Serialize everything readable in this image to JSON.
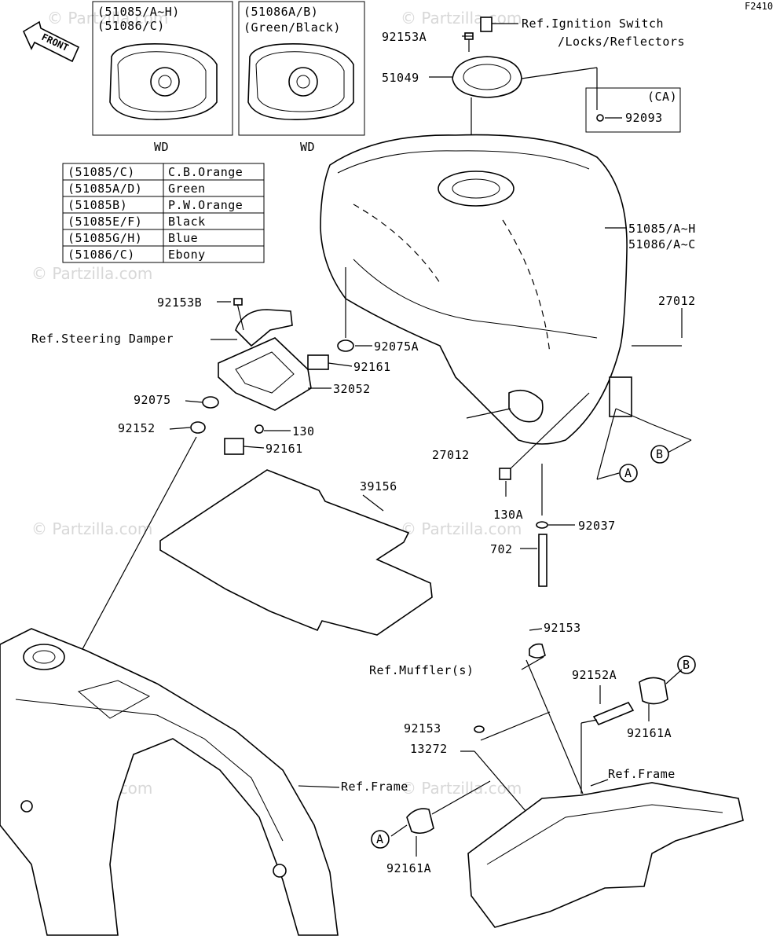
{
  "diagram_code": "F2410",
  "front_label": "FRONT",
  "watermark": "© Partzilla.com",
  "insets": [
    {
      "line1": "(51085/A~H)",
      "line2": "(51086/C)",
      "caption": "WD"
    },
    {
      "line1": "(51086A/B)",
      "line2": "(Green/Black)",
      "caption": "WD"
    }
  ],
  "color_table": [
    {
      "code": "(51085/C)",
      "color": "C.B.Orange"
    },
    {
      "code": "(51085A/D)",
      "color": "Green"
    },
    {
      "code": "(51085B)",
      "color": "P.W.Orange"
    },
    {
      "code": "(51085E/F)",
      "color": "Black"
    },
    {
      "code": "(51085G/H)",
      "color": "Blue"
    },
    {
      "code": "(51086/C)",
      "color": "Ebony"
    }
  ],
  "ca_box": {
    "region": "(CA)",
    "part": "92093"
  },
  "labels": {
    "p92153A": "92153A",
    "ref_ignition_1": "Ref.Ignition Switch",
    "ref_ignition_2": "/Locks/Reflectors",
    "p51049": "51049",
    "tank_1": "51085/A~H",
    "tank_2": "51086/A~C",
    "p92153B": "92153B",
    "ref_steering": "Ref.Steering Damper",
    "p92075A": "92075A",
    "p92161_a": "92161",
    "p32052": "32052",
    "p92075": "92075",
    "p92152": "92152",
    "p130": "130",
    "p92161_b": "92161",
    "p27012_a": "27012",
    "p27012_b": "27012",
    "callout_b_1": "B",
    "callout_a_1": "A",
    "p130A": "130A",
    "p92037": "92037",
    "p702": "702",
    "p39156": "39156",
    "p92153_a": "92153",
    "ref_muffler": "Ref.Muffler(s)",
    "p92152A": "92152A",
    "callout_b_2": "B",
    "p92161A_a": "92161A",
    "p92153_b": "92153",
    "p13272": "13272",
    "ref_frame_1": "Ref.Frame",
    "ref_frame_2": "Ref.Frame",
    "callout_a_2": "A",
    "p92161A_b": "92161A"
  }
}
